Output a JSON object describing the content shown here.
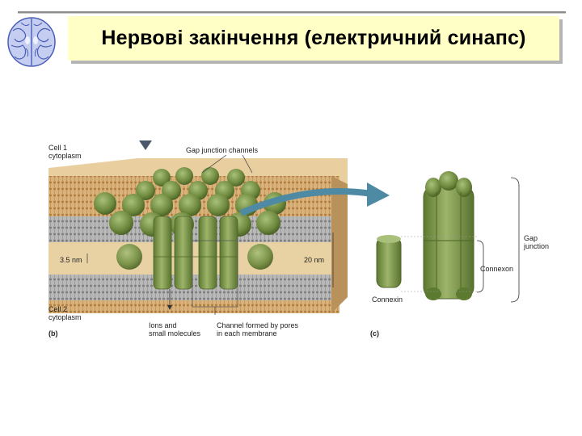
{
  "slide": {
    "title": "Нервові закінчення (електричний синапс)"
  },
  "figure": {
    "panel_b": {
      "label": "(b)",
      "cell1_line1": "Cell 1",
      "cell1_line2": "cytoplasm",
      "cell2_line1": "Cell 2",
      "cell2_line2": "cytoplasm",
      "gap_channels": "Gap junction channels",
      "gap_width": "3.5 nm",
      "membrane_width": "20 nm",
      "ions_line1": "Ions and",
      "ions_line2": "small molecules",
      "channel_line1": "Channel formed by pores",
      "channel_line2": "in each membrane"
    },
    "panel_c": {
      "label": "(c)",
      "gap_line1": "Gap",
      "gap_line2": "junction",
      "connexon": "Connexon",
      "connexin": "Connexin"
    },
    "colors": {
      "title_bg": "#ffffc6",
      "protein_green": "#6e8a3e",
      "membrane_tan": "#c9a26a"
    }
  }
}
